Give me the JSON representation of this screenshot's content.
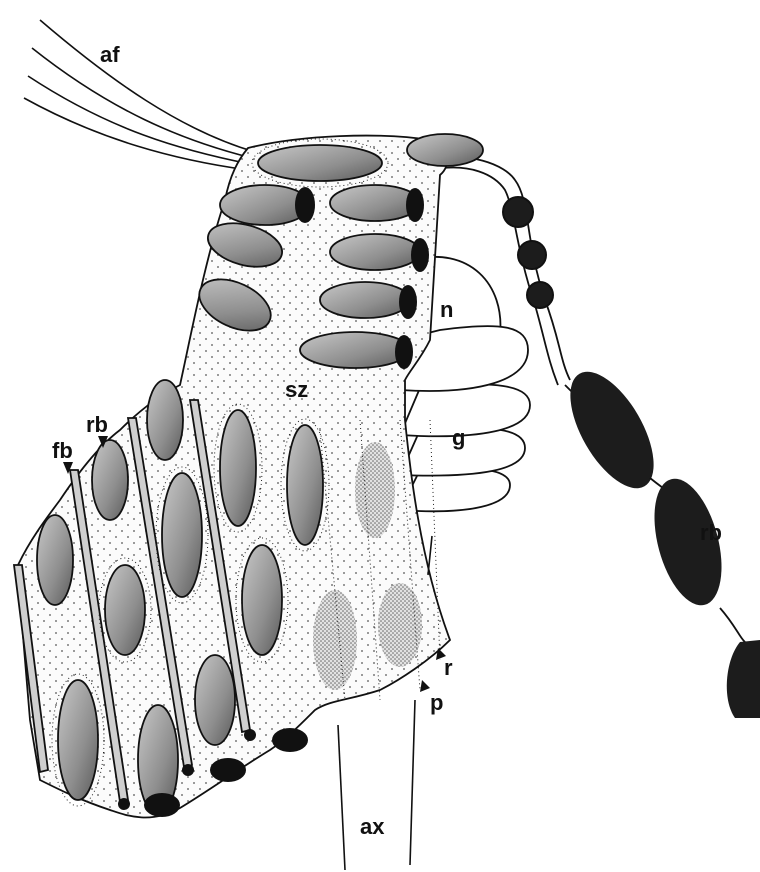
{
  "labels": {
    "af": "af",
    "n": "n",
    "sz": "sz",
    "g": "g",
    "fb": "fb",
    "rb_left": "rb",
    "rb_right": "rb",
    "r": "r",
    "p": "p",
    "ax": "ax"
  }
}
